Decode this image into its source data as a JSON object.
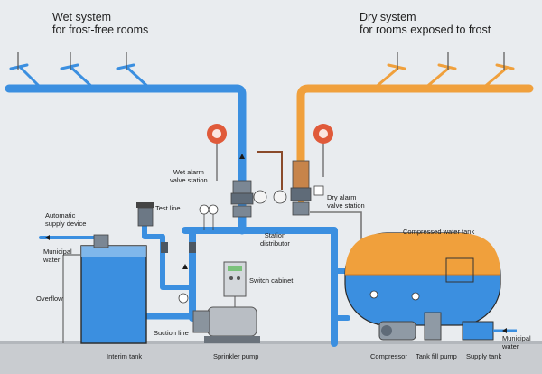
{
  "headings": {
    "wet": "Wet system\nfor frost-free rooms",
    "dry": "Dry system\nfor rooms exposed to frost"
  },
  "labels": {
    "wet_alarm": "Wet alarm\nvalve station",
    "dry_alarm": "Dry alarm\nvalve station",
    "test_line": "Test line",
    "automatic_supply": "Automatic\nsupply device",
    "municipal_water_left": "Municipal\nwater",
    "overflow": "Overflow",
    "station_distributor": "Station\ndistributor",
    "switch_cabinet": "Switch cabinet",
    "suction_line": "Suction line",
    "interim_tank": "Interim tank",
    "sprinkler_pump": "Sprinkler pump",
    "compressed_water_tank": "Compressed water tank",
    "compressor": "Compressor",
    "tank_fill_pump": "Tank fill pump",
    "supply_tank": "Supply tank",
    "municipal_water_right": "Municipal\nwater"
  },
  "colors": {
    "water": "#3b8fe0",
    "air": "#f0a03c",
    "background": "#e9ecef",
    "floor": "#c9ccd0",
    "alarm": "#e05a3a"
  }
}
